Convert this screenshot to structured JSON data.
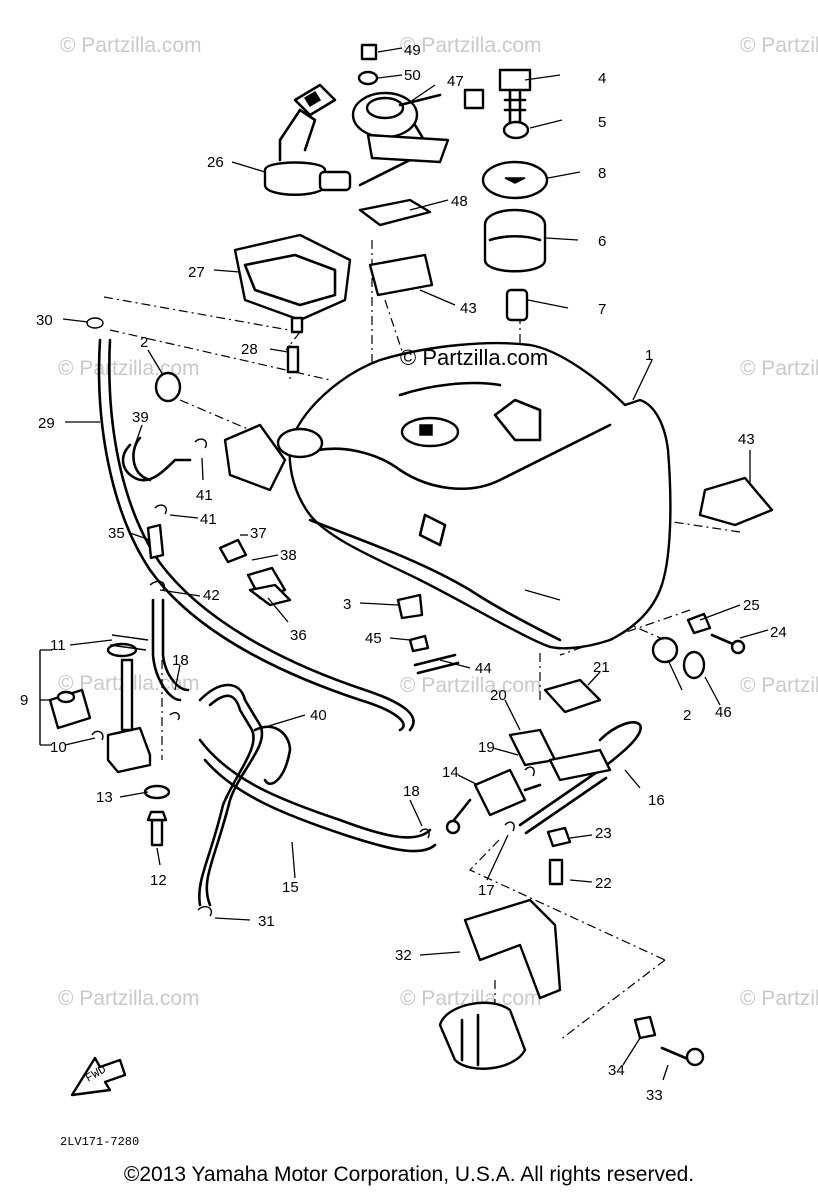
{
  "watermark": "© Partzilla.com",
  "watermark_center": "© Partzilla.com",
  "diagram_code": "2LV171-7280",
  "front_arrow_label": "FWD",
  "copyright": "©2013 Yamaha Motor Corporation, U.S.A. All rights reserved.",
  "callouts": [
    "49",
    "50",
    "47",
    "4",
    "5",
    "8",
    "26",
    "48",
    "6",
    "27",
    "43",
    "7",
    "30",
    "2",
    "28",
    "1",
    "29",
    "39",
    "43",
    "41",
    "41",
    "35",
    "37",
    "38",
    "3",
    "42",
    "36",
    "25",
    "24",
    "45",
    "44",
    "11",
    "18",
    "40",
    "21",
    "2",
    "46",
    "9",
    "20",
    "10",
    "19",
    "14",
    "16",
    "13",
    "18",
    "23",
    "12",
    "17",
    "15",
    "22",
    "31",
    "32",
    "34",
    "33"
  ]
}
